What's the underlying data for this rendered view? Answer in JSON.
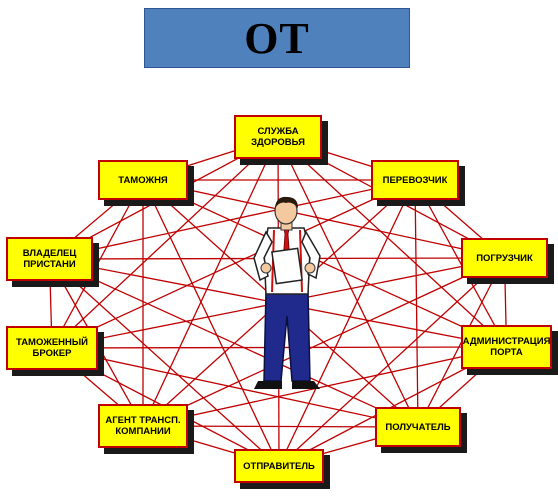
{
  "title": "ОТ",
  "colors": {
    "title_fill": "#4f81bd",
    "node_fill": "#ffff00",
    "node_border": "#c00000",
    "link_line": "#c00000"
  },
  "center_figure": "person-holding-document",
  "nodes": [
    {
      "id": "health",
      "label": "СЛУЖБА\nЗДОРОВЬЯ"
    },
    {
      "id": "carrier",
      "label": "ПЕРЕВОЗЧИК"
    },
    {
      "id": "loader",
      "label": "ПОГРУЗЧИК"
    },
    {
      "id": "port",
      "label": "АДМИНИСТРАЦИЯ\nПОРТА"
    },
    {
      "id": "receiver",
      "label": "ПОЛУЧАТЕЛЬ"
    },
    {
      "id": "sender",
      "label": "ОТПРАВИТЕЛЬ"
    },
    {
      "id": "agent",
      "label": "АГЕНТ ТРАНСП.\nКОМПАНИИ"
    },
    {
      "id": "broker",
      "label": "ТАМОЖЕННЫЙ\nБРОКЕР"
    },
    {
      "id": "pier",
      "label": "ВЛАДЕЛЕЦ\nПРИСТАНИ"
    },
    {
      "id": "customs",
      "label": "ТАМОЖНЯ"
    }
  ]
}
